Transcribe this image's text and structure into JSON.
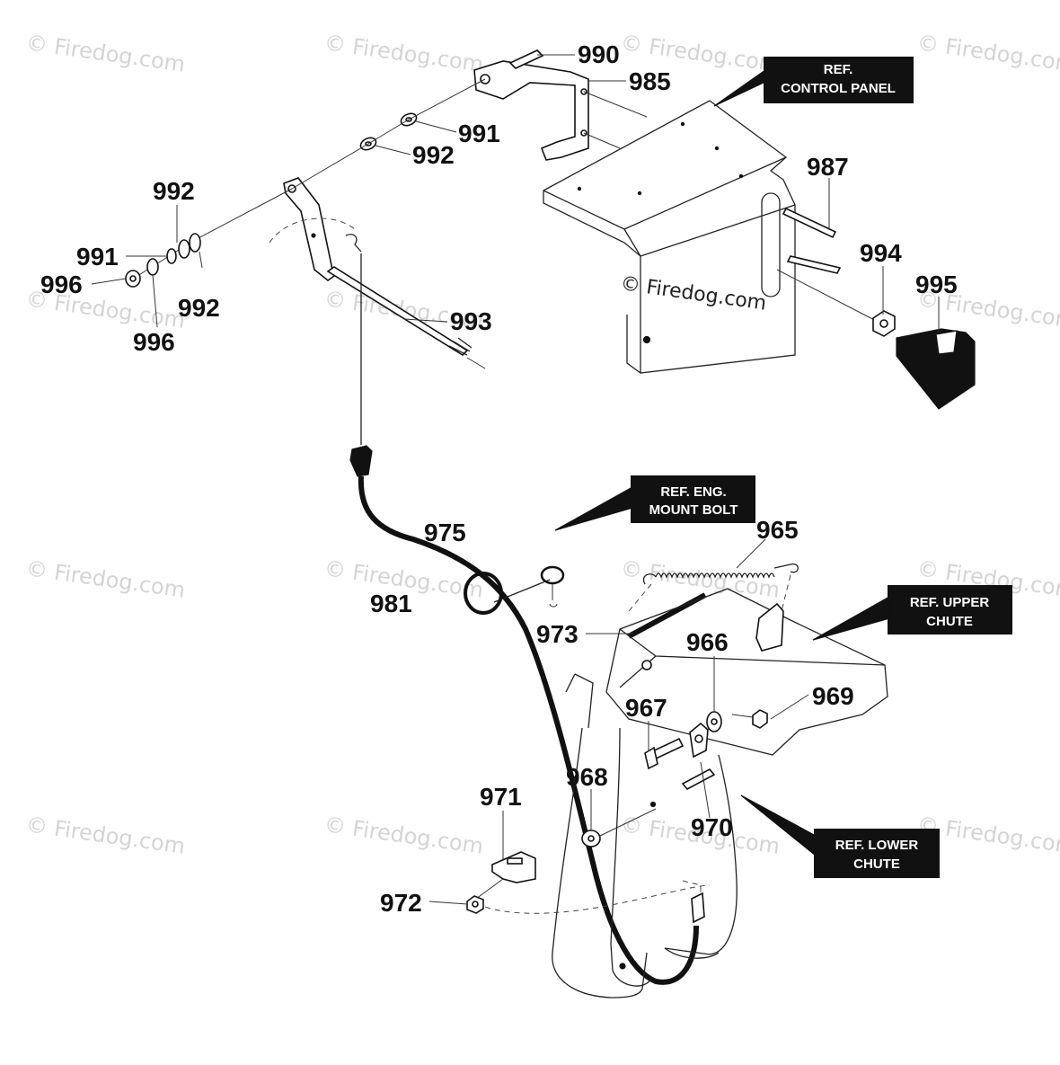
{
  "watermark": {
    "text": "© Firedog.com",
    "center_text": "© Firedog.com"
  },
  "parts": [
    {
      "id": "p990",
      "label": "990"
    },
    {
      "id": "p985",
      "label": "985"
    },
    {
      "id": "p991a",
      "label": "991"
    },
    {
      "id": "p992a",
      "label": "992"
    },
    {
      "id": "p987",
      "label": "987"
    },
    {
      "id": "p992b",
      "label": "992"
    },
    {
      "id": "p991b",
      "label": "991"
    },
    {
      "id": "p996a",
      "label": "996"
    },
    {
      "id": "p992c",
      "label": "992"
    },
    {
      "id": "p996b",
      "label": "996"
    },
    {
      "id": "p993",
      "label": "993"
    },
    {
      "id": "p994",
      "label": "994"
    },
    {
      "id": "p995",
      "label": "995"
    },
    {
      "id": "p975",
      "label": "975"
    },
    {
      "id": "p965",
      "label": "965"
    },
    {
      "id": "p981",
      "label": "981"
    },
    {
      "id": "p973",
      "label": "973"
    },
    {
      "id": "p966",
      "label": "966"
    },
    {
      "id": "p969",
      "label": "969"
    },
    {
      "id": "p967",
      "label": "967"
    },
    {
      "id": "p968",
      "label": "968"
    },
    {
      "id": "p971",
      "label": "971"
    },
    {
      "id": "p970",
      "label": "970"
    },
    {
      "id": "p972",
      "label": "972"
    }
  ],
  "refs": {
    "control_panel": [
      "REF.",
      "CONTROL PANEL"
    ],
    "eng_mount_bolt": [
      "REF. ENG.",
      "MOUNT BOLT"
    ],
    "upper_chute": [
      "REF. UPPER",
      "CHUTE"
    ],
    "lower_chute": [
      "REF. LOWER",
      "CHUTE"
    ]
  }
}
